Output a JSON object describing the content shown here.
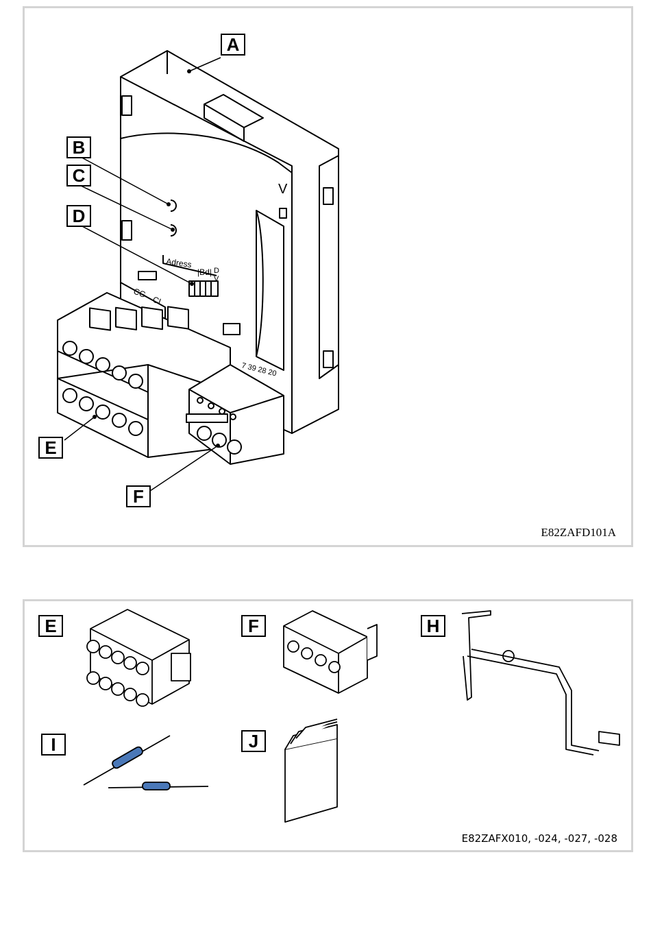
{
  "figure_top": {
    "callouts": {
      "A": "A",
      "B": "B",
      "C": "C",
      "D": "D",
      "E": "E",
      "F": "F"
    },
    "device_labels": {
      "version": "V",
      "address": "Adress",
      "bd": "|Bd|",
      "d": "D",
      "v": "V",
      "cg": "CG",
      "cl": "CL",
      "terminals": "7  39  28  20"
    },
    "code": "E82ZAFD101A"
  },
  "figure_bottom": {
    "callouts": {
      "E": "E",
      "F": "F",
      "H": "H",
      "I": "I",
      "J": "J"
    },
    "code": "E82ZAFX010, -024, -027, -028"
  }
}
